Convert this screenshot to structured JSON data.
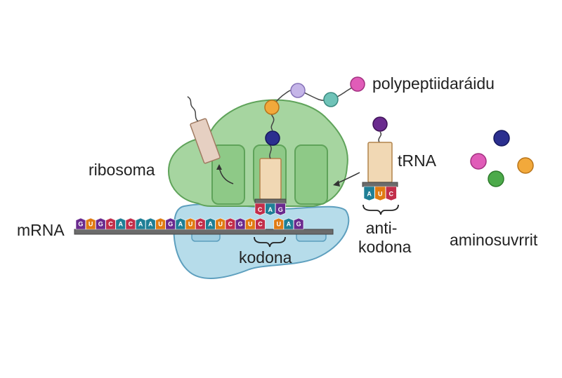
{
  "labels": {
    "polypeptide": "polypeptiidaráidu",
    "ribosome": "ribosoma",
    "trna": "tRNA",
    "mrna": "mRNA",
    "codon": "kodona",
    "anticodon_line1": "anti-",
    "anticodon_line2": "kodona",
    "amino_acids": "aminosuvrrit"
  },
  "mrna_sequence": [
    "G",
    "U",
    "G",
    "C",
    "A",
    "C",
    "A",
    "A",
    "U",
    "G",
    "A",
    "U",
    "C",
    "A",
    "U",
    "C",
    "G",
    "U",
    "C",
    "U",
    "A",
    "G"
  ],
  "codon_in_ribosome": [
    "C",
    "A",
    "G"
  ],
  "anticodon": [
    "A",
    "U",
    "C"
  ],
  "base_colors": {
    "A": "#1f7f96",
    "U": "#e07b12",
    "G": "#6a2a8e",
    "C": "#c22e4a"
  },
  "colors": {
    "ribosome_large": "#a6d5a0",
    "ribosome_small": "#b6dcea",
    "trna_body": "#f1d8b4",
    "backbone": "#6b6b6b"
  }
}
